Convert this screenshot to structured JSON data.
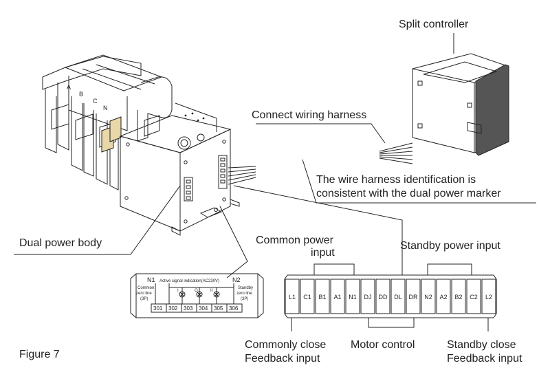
{
  "labels": {
    "split_controller": "Split controller",
    "connect_wiring_harness": "Connect wiring harness",
    "identification_line1": "The wire harness identification is",
    "identification_line2": "consistent with the dual power marker",
    "dual_power_body": "Dual power body",
    "common_power_input_line1": "Common power",
    "common_power_input_line2": "input",
    "standby_power_input": "Standby power input",
    "commonly_close_line1": "Commonly close",
    "commonly_close_line2": "Feedback input",
    "motor_control": "Motor control",
    "standby_close_line1": "Standby close",
    "standby_close_line2": "Feedback input",
    "figure_caption": "Figure 7"
  },
  "signal_panel": {
    "n1": "N1",
    "n2": "N2",
    "title": "Active signal indication(AC230V)",
    "left_line1": "Common",
    "left_line2": "zero line",
    "left_line3": "(3P)",
    "right_line1": "Standby",
    "right_line2": "zero line",
    "right_line3": "(3P)",
    "lamp_labels": [
      "I",
      "O",
      "II"
    ],
    "terminals": [
      "301",
      "302",
      "303",
      "304",
      "305",
      "306"
    ]
  },
  "terminal_strip": [
    "L1",
    "C1",
    "B1",
    "A1",
    "N1",
    "DJ",
    "DD",
    "DL",
    "DR",
    "N2",
    "A2",
    "B2",
    "C2",
    "L2"
  ],
  "body_markings": [
    "A",
    "B",
    "C",
    "N"
  ]
}
